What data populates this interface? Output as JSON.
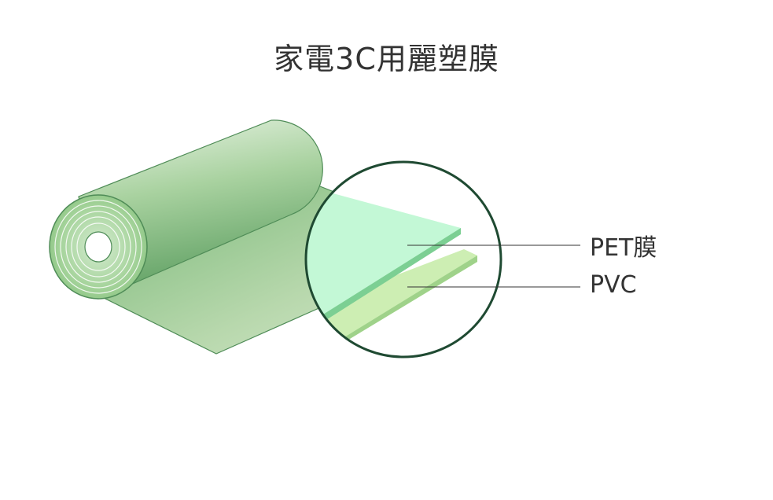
{
  "title": "家電3C用麗塑膜",
  "layers": [
    {
      "label": "PET膜",
      "color": "#c3f8d6"
    },
    {
      "label": "PVC",
      "color": "#cdeeb3"
    }
  ],
  "colors": {
    "roll_dark": "#5c9d63",
    "roll_light": "#d8ead3",
    "outline": "#1f4a32",
    "leader_line": "#333333"
  }
}
